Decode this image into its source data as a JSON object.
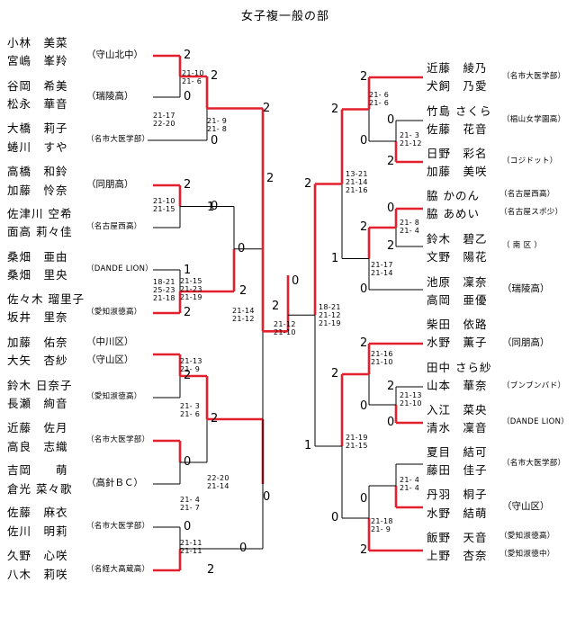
{
  "title": "女子複一般の部",
  "colors": {
    "win": "#e4202f",
    "line": "#000000"
  },
  "left": [
    {
      "p1": "小林　美菜",
      "p2": "宮嶋　峯羚",
      "team": "（守山北中）"
    },
    {
      "p1": "谷岡　希美",
      "p2": "松永　華音",
      "team": "（瑞陵高）"
    },
    {
      "p1": "大橋　莉子",
      "p2": "蜷川　すや",
      "team": "（名市大医学部）"
    },
    {
      "p1": "高橋　和鈴",
      "p2": "加藤　怜奈",
      "team": "（同朋高）"
    },
    {
      "p1": "佐津川 空希",
      "p2": "面高 莉々佳",
      "team": "（名古屋西高）"
    },
    {
      "p1": "桑畑　亜由",
      "p2": "桑畑　里央",
      "team": "（DANDE LION）"
    },
    {
      "p1": "佐々木 瑠里子",
      "p2": "坂井　里奈",
      "team": "（愛知淑徳高）"
    },
    {
      "p1": "加藤　佑奈",
      "p2": "大矢　杏紗",
      "team": "（中川区）",
      "team2": "（守山区）"
    },
    {
      "p1": "鈴木 日奈子",
      "p2": "長瀬　絢音",
      "team": "（愛知淑徳高）"
    },
    {
      "p1": "近藤　佐月",
      "p2": "高良　志織",
      "team": "（名市大医学部）"
    },
    {
      "p1": "吉岡　　萌",
      "p2": "倉光 菜々歌",
      "team": "（高針ＢＣ）"
    },
    {
      "p1": "佐藤　麻衣",
      "p2": "佐川　明莉",
      "team": "（名市大医学部）"
    },
    {
      "p1": "久野　心咲",
      "p2": "八木　莉咲",
      "team": "（名経大高蔵高）"
    }
  ],
  "right": [
    {
      "p1": "近藤　綾乃",
      "p2": "犬飼　乃愛",
      "team": "（名市大医学部）"
    },
    {
      "p1": "竹島 さくら",
      "p2": "佐藤　花音",
      "team": "（椙山女学園高）"
    },
    {
      "p1": "日野　彩名",
      "p2": "加藤　美咲",
      "team": "（コジドット）"
    },
    {
      "p1": "脇 かのん",
      "p2": "脇 あめい",
      "team": "（名古屋西高）",
      "team2": "（名古屋スポ少）"
    },
    {
      "p1": "鈴木　碧乙",
      "p2": "文野　陽花",
      "team": "（ 南 区 ）"
    },
    {
      "p1": "池原　凜奈",
      "p2": "高岡　亜優",
      "team": "（瑞陵高）"
    },
    {
      "p1": "柴田　依路",
      "p2": "水野　薫子",
      "team": "（同朋高）"
    },
    {
      "p1": "田中 さら紗",
      "p2": "山本　華奈",
      "team": "（ブンブンバド）"
    },
    {
      "p1": "入江　菜央",
      "p2": "清水　凜音",
      "team": "（DANDE LION）"
    },
    {
      "p1": "夏目　結可",
      "p2": "藤田　佳子",
      "team": "（名市大医学部）"
    },
    {
      "p1": "丹羽　桐子",
      "p2": "水野　結萌",
      "team": "（守山区）"
    },
    {
      "p1": "飯野　天音",
      "p2": "上野　杏奈",
      "team": "（愛知淑徳高）",
      "team2": "（愛知淑徳中）"
    }
  ],
  "results": {
    "L_r1a": [
      "2",
      "0"
    ],
    "L_r2a": [
      "2",
      "0"
    ],
    "L_r1b": [
      "2",
      "1"
    ],
    "L_r1c": [
      "1",
      "2"
    ],
    "L_r2b": [
      "0",
      "2"
    ],
    "L_r3a": [
      "2",
      "0"
    ],
    "L_r1d": [
      "2",
      "0"
    ],
    "L_r2c": [
      "2",
      "0"
    ],
    "L_r1e": [
      "2",
      "0"
    ],
    "L_r1f": [
      "0",
      "2"
    ],
    "L_r2d": [
      "0",
      "2"
    ],
    "L_r3b": [
      "2",
      "0"
    ],
    "L_sf": [
      "2",
      "0"
    ],
    "final": [
      "2",
      "0"
    ],
    "R_r1a": [
      "0",
      "2"
    ],
    "R_r2a": [
      "2",
      "0"
    ],
    "R_r1b": [
      "2",
      "0"
    ],
    "R_r2b": [
      "2",
      "0"
    ],
    "R_r3a": [
      "2",
      "1"
    ],
    "R_r1c": [
      "0",
      "2"
    ],
    "R_r2c": [
      "2",
      "0"
    ],
    "R_r1d": [
      "2",
      "0"
    ],
    "R_r2d": [
      "0",
      "2"
    ],
    "R_r3b": [
      "2",
      "0"
    ],
    "R_sf": [
      "2",
      "1"
    ]
  },
  "scores": {
    "L_r1a": [
      "21-10",
      "21- 6"
    ],
    "L_r2a": [
      "21-17",
      "22-20"
    ],
    "L_r1b": [
      "21-10",
      "21-15"
    ],
    "L_r1c": [
      "18-21",
      "25-23",
      "21-18"
    ],
    "L_r2b": [
      "21-15",
      "21-23",
      "21-19"
    ],
    "L_r3a": [
      "21- 9",
      "21- 8"
    ],
    "L_r1d": [
      "21-13",
      "21- 9"
    ],
    "L_r1e": [
      "21- 3",
      "21- 6"
    ],
    "L_r2c": [
      "22-20",
      "21-14"
    ],
    "L_r1f": [
      "21- 4",
      "21- 7"
    ],
    "L_r2d": [
      "21-11",
      "21-11"
    ],
    "L_sf": [
      "21-14",
      "21-12"
    ],
    "final": [
      "21-12",
      "21-10"
    ],
    "R_sf": [
      "18-21",
      "21-12",
      "21-19"
    ],
    "R_r1a": [
      "21- 6",
      "21- 6"
    ],
    "R_r1b": [
      "21- 3",
      "21-12"
    ],
    "R_r3a": [
      "13-21",
      "21-14",
      "21-16"
    ],
    "R_r1c": [
      "21- 8",
      "21- 4"
    ],
    "R_r2b": [
      "21-17",
      "21-14"
    ],
    "R_r1d": [
      "21-16",
      "21-10"
    ],
    "R_r2c": [
      "21-13",
      "21-10"
    ],
    "R_r3b": [
      "21-19",
      "21-15"
    ],
    "R_r1e": [
      "21- 4",
      "21- 4"
    ],
    "R_r2d": [
      "21-18",
      "21- 9"
    ]
  }
}
